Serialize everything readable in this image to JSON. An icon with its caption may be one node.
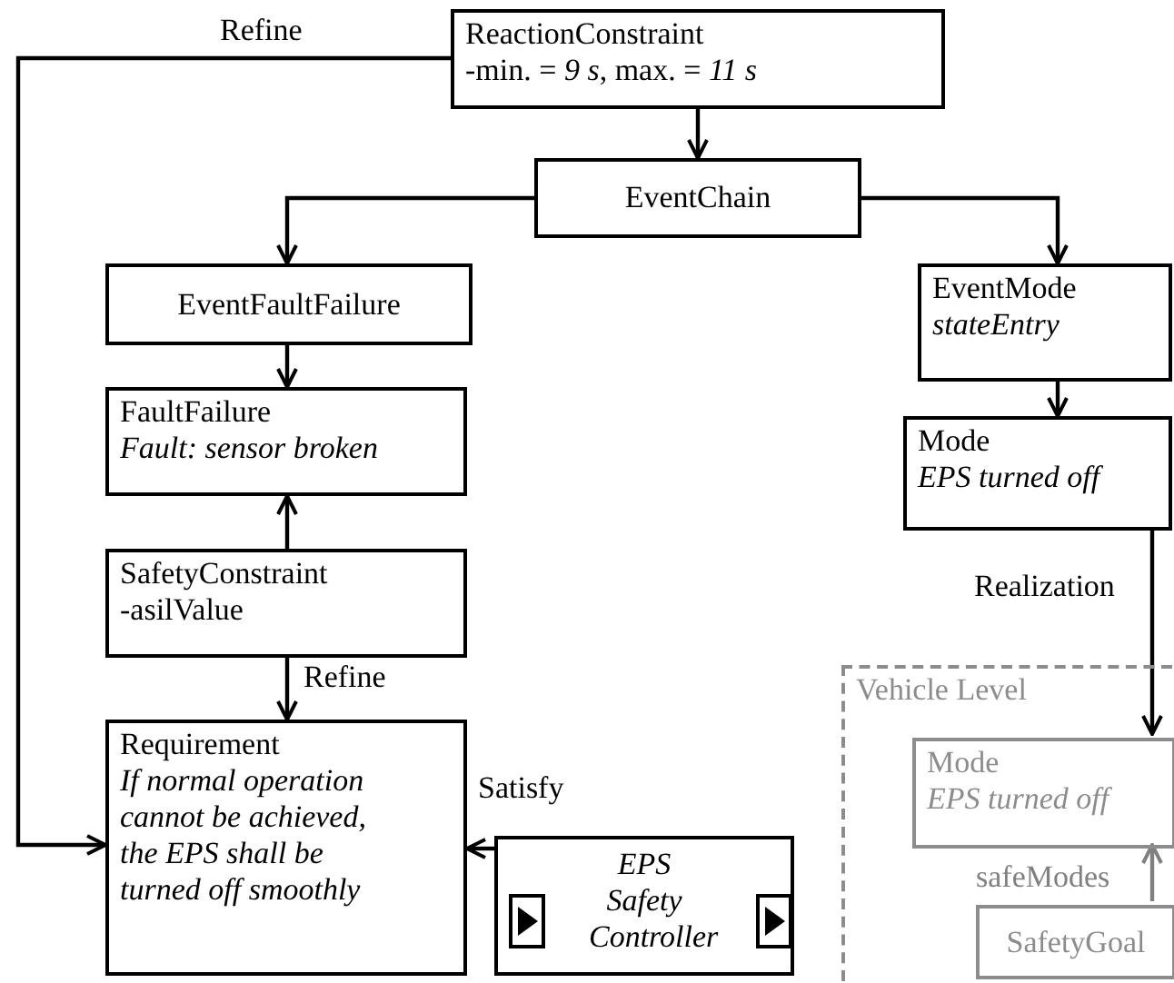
{
  "diagram": {
    "nodes": [
      {
        "text": [
          "ReactionConstraint",
          "-min. = *9 s*, max. = *11 s*"
        ]
      },
      {
        "text": [
          "EventChain"
        ]
      },
      {
        "text": [
          "EventFaultFailure"
        ]
      },
      {
        "text": [
          "EventMode",
          "stateEntry"
        ]
      },
      {
        "text": [
          "FaultFailure",
          "Fault: sensor broken"
        ]
      },
      {
        "text": [
          "Mode",
          "EPS turned off"
        ]
      },
      {
        "text": [
          "SafetyConstraint",
          "-asilValue"
        ]
      },
      {
        "text": [
          "Vehicle Level"
        ]
      },
      {
        "text": [
          "Mode",
          "EPS turned off"
        ],
        "in": 7
      },
      {
        "text": [
          "Requirement",
          "If normal operation cannot be achieved, the EPS shall be turned off smoothly"
        ]
      },
      {
        "text": [
          "EPS Safety Controller"
        ]
      },
      {
        "text": [
          "SafetyGoal"
        ],
        "in": 7
      }
    ],
    "edges": [
      {
        "from": 0,
        "to": 1,
        "arrow": "to"
      },
      {
        "from": 1,
        "to": 2,
        "arrow": "to"
      },
      {
        "from": 1,
        "to": 3,
        "arrow": "to"
      },
      {
        "from": 2,
        "to": 4,
        "arrow": "to"
      },
      {
        "from": 6,
        "to": 4,
        "arrow": "to"
      },
      {
        "from": 6,
        "to": 9,
        "arrow": "to",
        "label": "Refine"
      },
      {
        "from": 0,
        "to": 9,
        "arrow": "to",
        "label": "Refine"
      },
      {
        "from": 10,
        "to": 9,
        "arrow": "to",
        "label": "Satisfy"
      },
      {
        "from": 3,
        "to": 5,
        "arrow": "to"
      },
      {
        "from": 5,
        "to": 8,
        "arrow": "to",
        "label": "Realization"
      },
      {
        "from": 11,
        "to": 8,
        "arrow": "to",
        "label": "safeModes",
        "color": "#808080"
      }
    ]
  }
}
